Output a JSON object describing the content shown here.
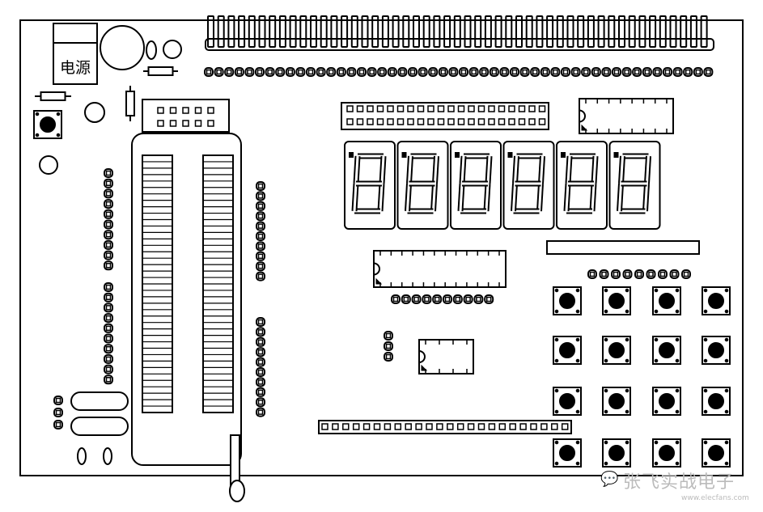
{
  "board": {
    "power_label": "电源",
    "seven_segment_count": 6,
    "button_grid": {
      "rows": 4,
      "cols": 4
    }
  },
  "watermark": {
    "title": "张飞实战电子",
    "url": "www.elecfans.com"
  },
  "colors": {
    "line": "#000000",
    "background": "#ffffff",
    "watermark": "#bbbbbb"
  }
}
